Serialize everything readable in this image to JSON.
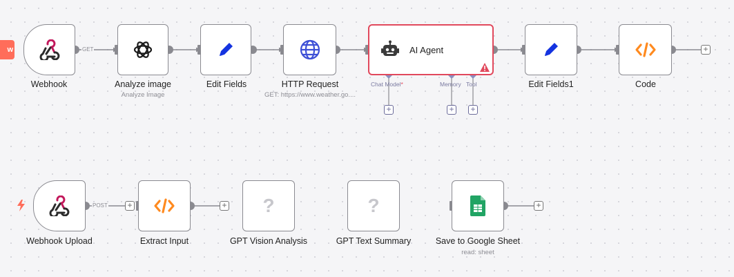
{
  "canvas": {
    "left_tab_text": "w"
  },
  "nodes": {
    "webhook": {
      "label": "Webhook",
      "icon": "webhook-icon"
    },
    "analyze_image": {
      "label": "Analyze image",
      "sub": "Analyze Image",
      "icon": "openai-icon"
    },
    "edit_fields": {
      "label": "Edit Fields",
      "icon": "pencil-icon"
    },
    "http_request": {
      "label": "HTTP Request",
      "sub": "GET: https://www.weather.go....",
      "icon": "globe-icon"
    },
    "ai_agent": {
      "title": "AI Agent",
      "icon": "robot-icon",
      "warning_icon": "warning-icon",
      "ports": {
        "chat_model": "Chat Model",
        "chat_model_required": "*",
        "memory": "Memory",
        "tool": "Tool"
      }
    },
    "edit_fields1": {
      "label": "Edit Fields1",
      "icon": "pencil-icon"
    },
    "code": {
      "label": "Code",
      "icon": "code-icon"
    },
    "webhook_upload": {
      "label": "Webhook Upload",
      "icon": "webhook-icon"
    },
    "extract_input": {
      "label": "Extract Input",
      "icon": "code-icon"
    },
    "gpt_vision": {
      "label": "GPT Vision Analysis",
      "placeholder": "?"
    },
    "gpt_text": {
      "label": "GPT Text Summary",
      "placeholder": "?"
    },
    "save_sheet": {
      "label": "Save to Google Sheet",
      "sub": "read: sheet",
      "icon": "google-sheets-icon"
    }
  },
  "edges": {
    "get_label": "GET",
    "post_label": "POST"
  },
  "plus": "+",
  "colors": {
    "accent": "#ff6d5a",
    "error": "#e1485c",
    "pencil": "#1433e0",
    "globe": "#3d4fd6",
    "code": "#ff8a1f",
    "sheets": "#21a464",
    "webhook": "#c2185b"
  }
}
